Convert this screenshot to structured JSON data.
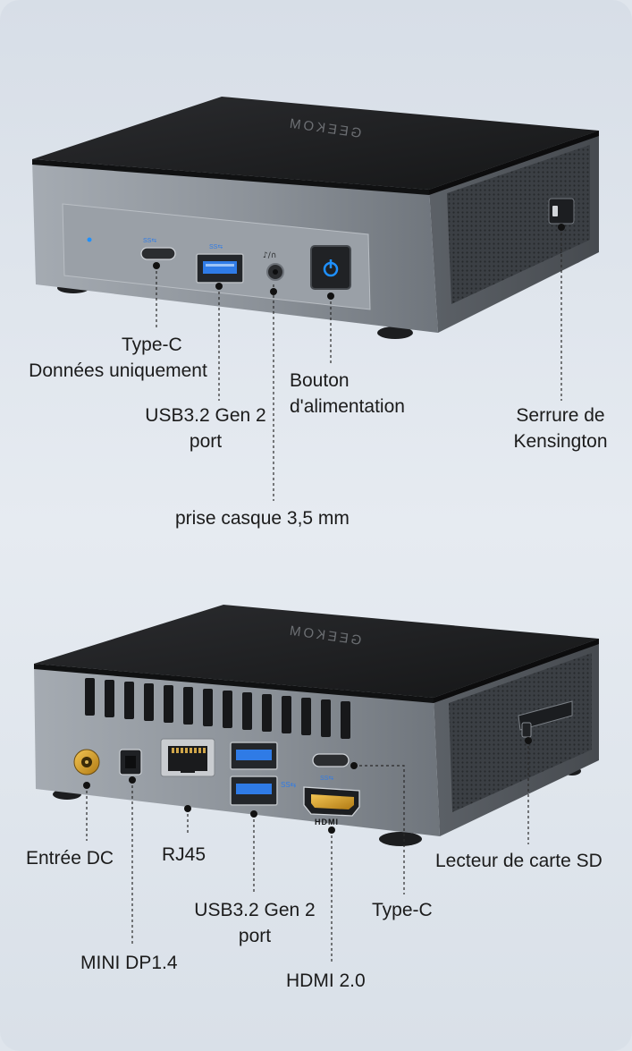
{
  "brand": "GEEKOM",
  "front": {
    "type_c": [
      "Type-C",
      "Données uniquement"
    ],
    "usb": [
      "USB3.2 Gen 2",
      "port"
    ],
    "power": [
      "Bouton",
      "d'alimentation"
    ],
    "kensington": [
      "Serrure de",
      "Kensington"
    ],
    "audio": "prise casque 3,5 mm"
  },
  "back": {
    "dc": "Entrée DC",
    "rj45": "RJ45",
    "sd": "Lecteur de carte SD",
    "usb": [
      "USB3.2 Gen 2",
      "port"
    ],
    "type_c": "Type-C",
    "mini_dp": "MINI DP1.4",
    "hdmi": "HDMI 2.0",
    "hdmi_logo": "HDMI"
  },
  "colors": {
    "accent": "#1e90ff",
    "usb_blue": "#2f7be6",
    "body_metal": "#8d949c",
    "top_black": "#1e1f21"
  }
}
